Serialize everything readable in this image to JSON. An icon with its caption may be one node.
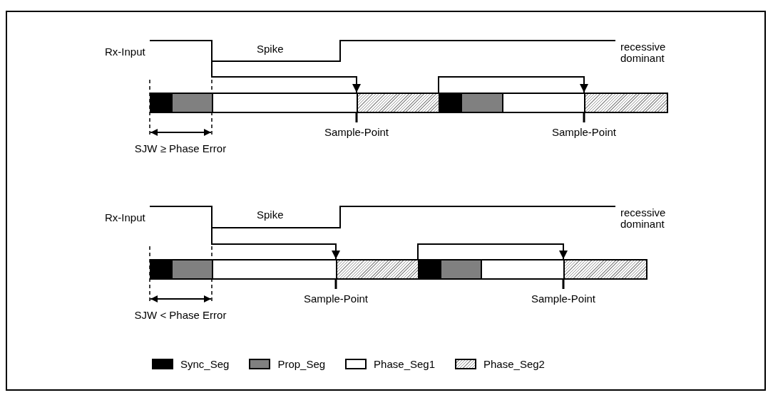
{
  "diagram": {
    "nodes": [
      {
        "text": [],
        "shape": "box"
      },
      {
        "text": [],
        "shape": "box"
      },
      {
        "text": [],
        "shape": "box"
      },
      {
        "text": [],
        "shape": "box",
        "beside": [
          "Sample-Point"
        ]
      },
      {
        "text": [],
        "shape": "box"
      },
      {
        "text": [],
        "shape": "box"
      },
      {
        "text": [],
        "shape": "box"
      },
      {
        "text": [],
        "shape": "box",
        "beside": [
          "Sample-Point"
        ]
      },
      {
        "text": [],
        "shape": "box"
      },
      {
        "text": [],
        "shape": "box"
      },
      {
        "text": [],
        "shape": "box"
      },
      {
        "text": [],
        "shape": "box",
        "beside": [
          "Sample-Point"
        ]
      },
      {
        "text": [],
        "shape": "box"
      },
      {
        "text": [],
        "shape": "box"
      },
      {
        "text": [],
        "shape": "box"
      },
      {
        "text": [],
        "shape": "box",
        "beside": [
          "Sample-Point"
        ]
      },
      {
        "text": [],
        "shape": "waveform"
      },
      {
        "text": [],
        "shape": "waveform"
      }
    ],
    "edges": [
      {
        "from": 16,
        "to": 3,
        "arrow": "to"
      },
      {
        "from": 4,
        "to": 7,
        "arrow": "to"
      },
      {
        "from": 17,
        "to": 11,
        "arrow": "to"
      },
      {
        "from": 12,
        "to": 15,
        "arrow": "to"
      }
    ],
    "labels": [
      "Rx-Input",
      "Spike",
      "recessive",
      "dominant",
      "SJW ≥ Phase Error",
      "Rx-Input",
      "Spike",
      "recessive",
      "dominant",
      "SJW < Phase Error"
    ],
    "legend": [
      {
        "text": "Sync_Seg",
        "color": "#000000"
      },
      {
        "text": "Prop_Seg",
        "color": "#808080"
      },
      {
        "text": "Phase_Seg1",
        "color": "#ffffff"
      },
      {
        "text": "Phase_Seg2"
      }
    ]
  }
}
